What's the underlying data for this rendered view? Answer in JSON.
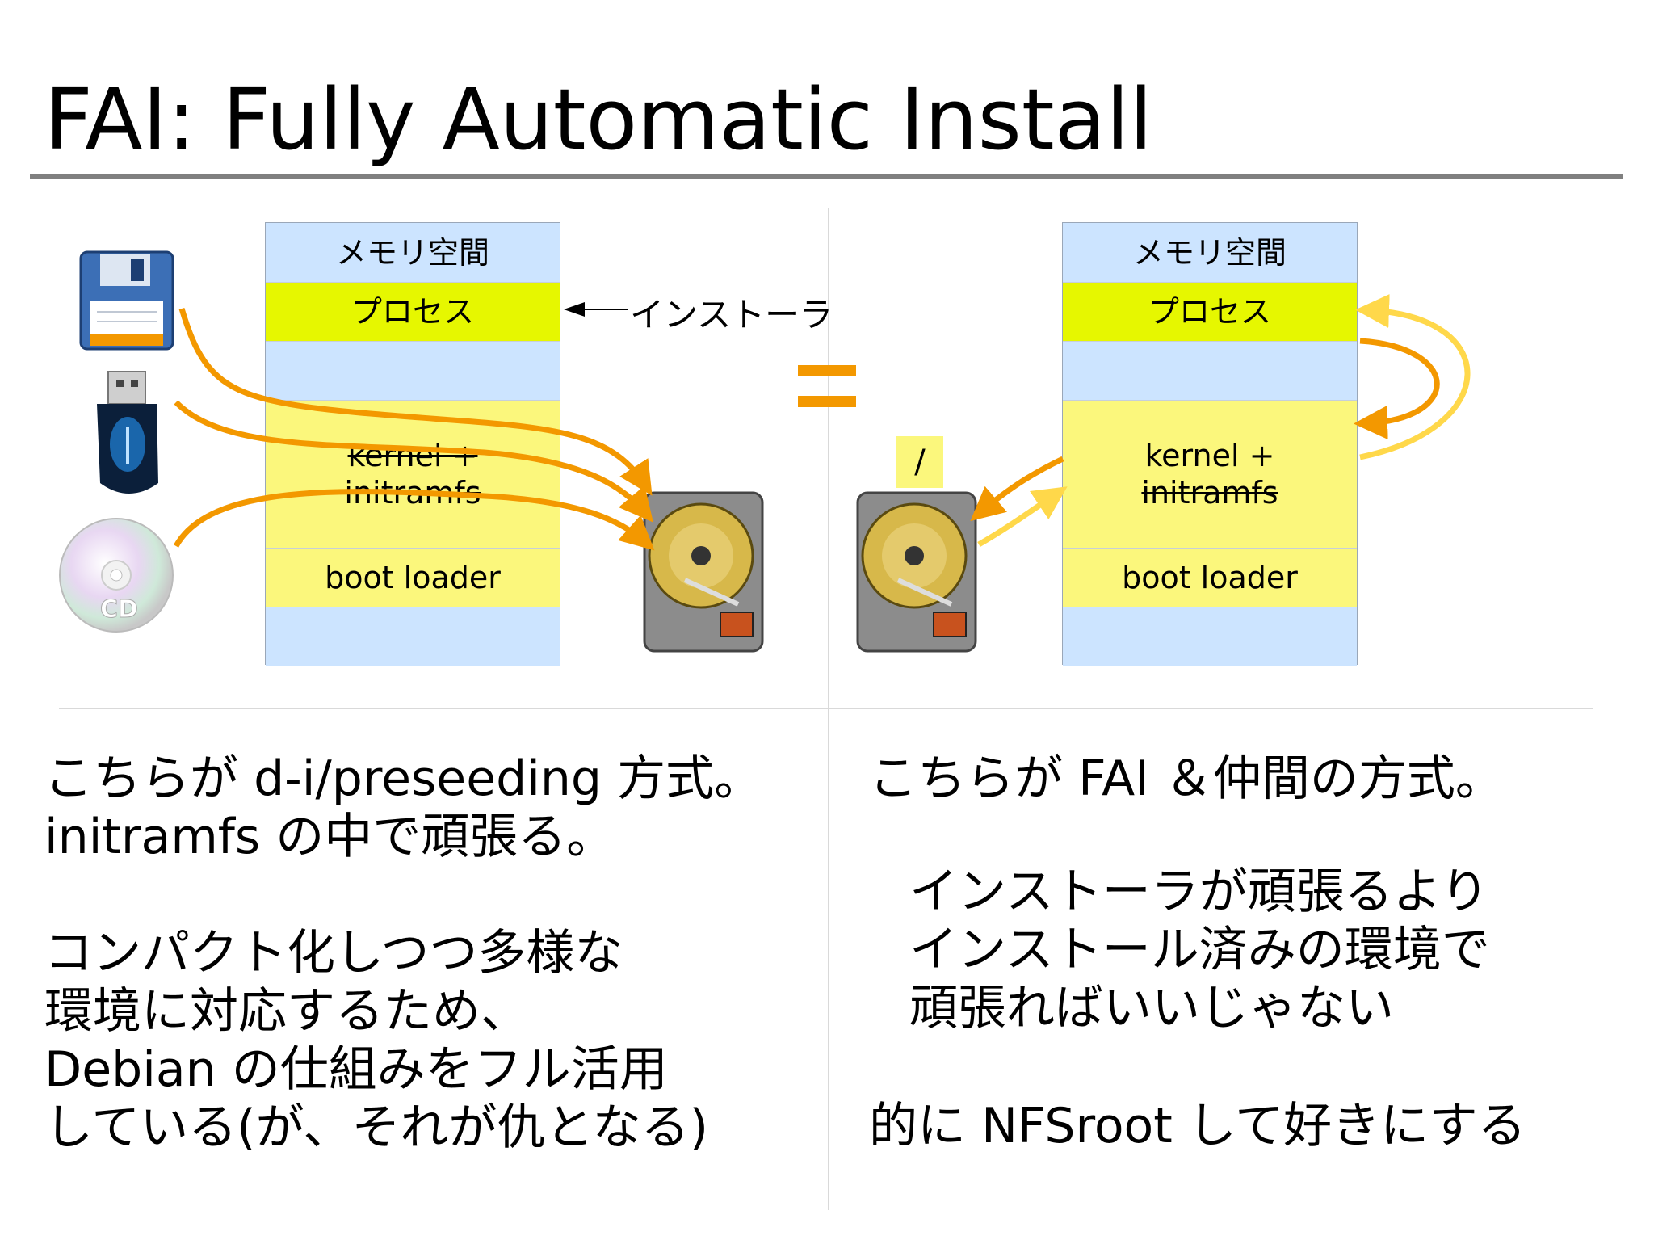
{
  "title": "FAI: Fully Automatic Install",
  "left_diagram": {
    "rows": [
      "メモリ空間",
      "プロセス",
      "",
      "kernel +",
      "initramfs",
      "boot loader",
      ""
    ],
    "installer_label": "インストーラ"
  },
  "right_diagram": {
    "rows": [
      "メモリ空間",
      "プロセス",
      "",
      "kernel +",
      "initramfs",
      "boot loader",
      ""
    ],
    "root_label": "/"
  },
  "media": {
    "cd_label": "CD"
  },
  "left_text": [
    "こちらが d-i/preseeding 方式。",
    "initramfs の中で頑張る。",
    "",
    "コンパクト化しつつ多様な",
    "環境に対応するため、",
    "Debian の仕組みをフル活用",
    "している(が、それが仇となる)"
  ],
  "right_text": {
    "line1": "こちらが FAI ＆仲間の方式。",
    "quote": [
      "インストーラが頑張るより",
      "インストール済みの環境で",
      "頑張ればいいじゃない"
    ],
    "line_last": "的に NFSroot して好きにする"
  },
  "colors": {
    "accent": "#f39800",
    "accent_light": "#ffd84a",
    "memory_blue": "#cce4ff",
    "process_green": "#e6f700",
    "kernel_yellow": "#fbf77c"
  }
}
